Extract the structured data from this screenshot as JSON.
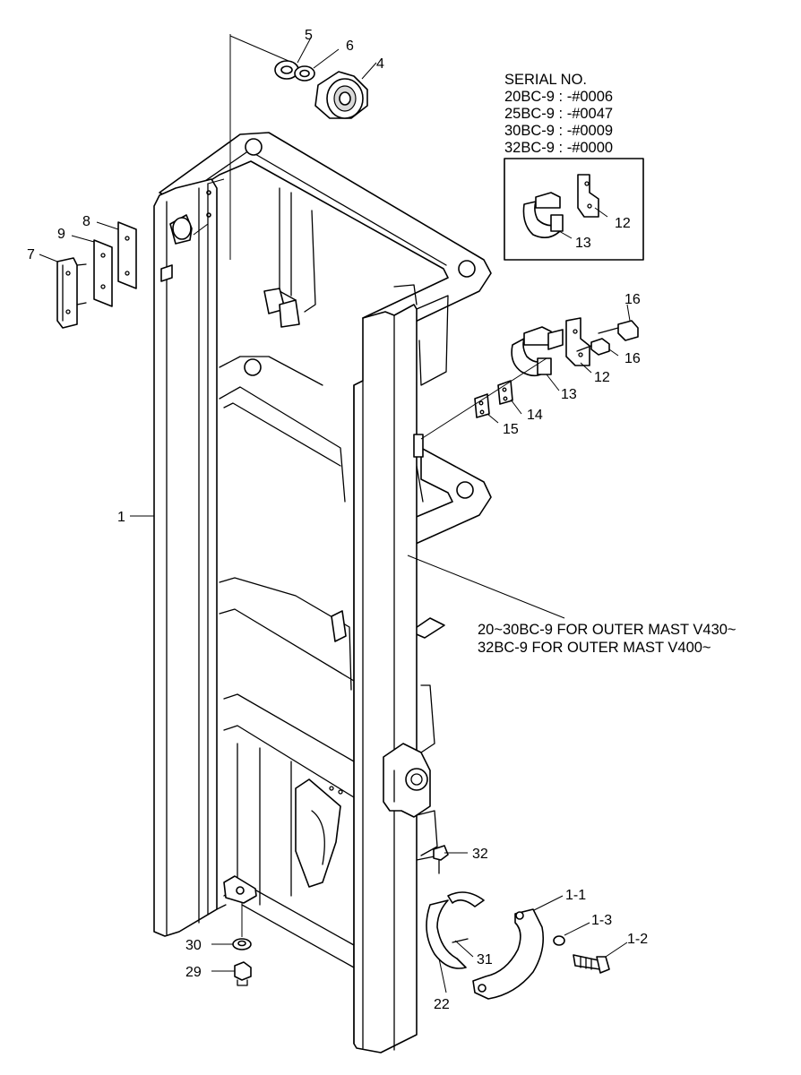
{
  "serial_box": {
    "title": "SERIAL NO.",
    "lines": [
      "20BC-9 : -#0006",
      "25BC-9 : -#0047",
      "30BC-9 : -#0009",
      "32BC-9 : -#0000"
    ]
  },
  "mast_note": {
    "lines": [
      "20~30BC-9 FOR OUTER MAST V430~",
      "32BC-9 FOR OUTER MAST V400~"
    ]
  },
  "part_labels": {
    "p5": "5",
    "p6": "6",
    "p4": "4",
    "p8": "8",
    "p9": "9",
    "p7": "7",
    "p12_box": "12",
    "p13_box": "13",
    "p16_top": "16",
    "p16": "16",
    "p12": "12",
    "p13": "13",
    "p14": "14",
    "p15": "15",
    "p1": "1",
    "p32": "32",
    "p1_1": "1-1",
    "p1_3": "1-3",
    "p1_2": "1-2",
    "p31": "31",
    "p22": "22",
    "p30": "30",
    "p29": "29"
  }
}
